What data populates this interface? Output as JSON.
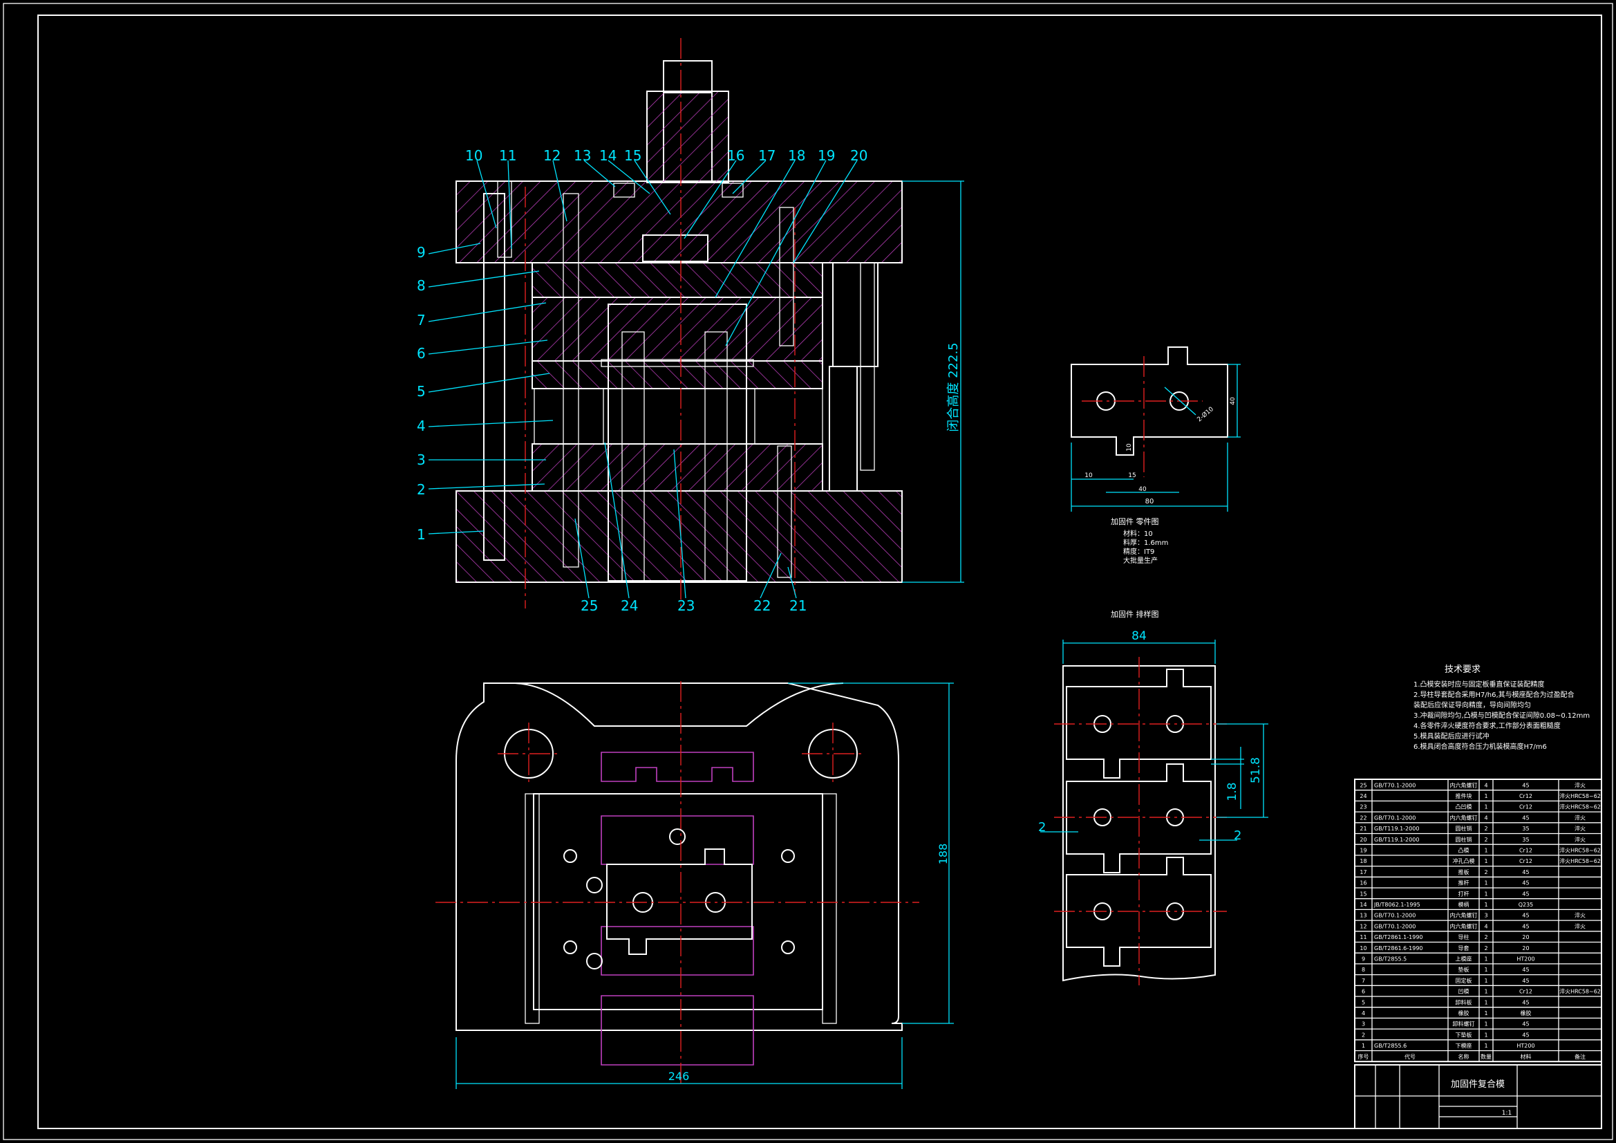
{
  "drawing": {
    "balloons": [
      "1",
      "2",
      "3",
      "4",
      "5",
      "6",
      "7",
      "8",
      "9",
      "10",
      "11",
      "12",
      "13",
      "14",
      "15",
      "16",
      "17",
      "18",
      "19",
      "20",
      "21",
      "22",
      "23",
      "24",
      "25"
    ],
    "closed_height_label": "闭合高度",
    "closed_height_value": "222.5",
    "plan_dims": {
      "width": "246",
      "height": "188"
    },
    "part_drawing": {
      "title": "加固件  零件图",
      "dims": {
        "w_total": "80",
        "w_40": "40",
        "w_10": "10",
        "w_15": "15",
        "h_40": "40",
        "h_10": "10",
        "hole": "2-Ø10"
      },
      "notes": [
        "材料：10",
        "料厚：1.6mm",
        "精度：IT9",
        "大批量生产"
      ]
    },
    "strip_layout": {
      "title": "加固件  排样图",
      "dims": {
        "width": "84",
        "pitch": "51.8",
        "gap": "1.8",
        "edge_l": "2",
        "edge_r": "2"
      }
    },
    "tech_req": {
      "title": "技术要求",
      "items": [
        "1.凸模安装时应与固定板垂直保证装配精度",
        "2.导柱导套配合采用H7/h6,其与模座配合为过盈配合",
        "  装配后应保证导向精度，导向间隙均匀",
        "3.冲裁间隙均匀,凸模与凹模配合保证间隙0.08~0.12mm",
        "4.各零件淬火硬度符合要求,工作部分表面粗糙度",
        "5.模具装配后应进行试冲",
        "6.模具闭合高度符合压力机装模高度H7/m6"
      ]
    },
    "bom": {
      "rows": [
        [
          "25",
          "GB/T70.1-2000",
          "内六角螺钉",
          "4",
          "45",
          "淬火"
        ],
        [
          "24",
          "",
          "推件块",
          "1",
          "Cr12",
          "淬火HRC58~62"
        ],
        [
          "23",
          "",
          "凸凹模",
          "1",
          "Cr12",
          "淬火HRC58~62"
        ],
        [
          "22",
          "GB/T70.1-2000",
          "内六角螺钉",
          "4",
          "45",
          "淬火"
        ],
        [
          "21",
          "GB/T119.1-2000",
          "圆柱销",
          "2",
          "35",
          "淬火"
        ],
        [
          "20",
          "GB/T119.1-2000",
          "圆柱销",
          "2",
          "35",
          "淬火"
        ],
        [
          "19",
          "",
          "凸模",
          "1",
          "Cr12",
          "淬火HRC58~62"
        ],
        [
          "18",
          "",
          "冲孔凸模",
          "1",
          "Cr12",
          "淬火HRC58~62"
        ],
        [
          "17",
          "",
          "推板",
          "2",
          "45",
          ""
        ],
        [
          "16",
          "",
          "推杆",
          "1",
          "45",
          ""
        ],
        [
          "15",
          "",
          "打杆",
          "1",
          "45",
          ""
        ],
        [
          "14",
          "JB/T8062.1-1995",
          "模柄",
          "1",
          "Q235",
          ""
        ],
        [
          "13",
          "GB/T70.1-2000",
          "内六角螺钉",
          "3",
          "45",
          "淬火"
        ],
        [
          "12",
          "GB/T70.1-2000",
          "内六角螺钉",
          "4",
          "45",
          "淬火"
        ],
        [
          "11",
          "GB/T2861.1-1990",
          "导柱",
          "2",
          "20",
          ""
        ],
        [
          "10",
          "GB/T2861.6-1990",
          "导套",
          "2",
          "20",
          ""
        ],
        [
          "9",
          "GB/T2855.5",
          "上模座",
          "1",
          "HT200",
          ""
        ],
        [
          "8",
          "",
          "垫板",
          "1",
          "45",
          ""
        ],
        [
          "7",
          "",
          "固定板",
          "1",
          "45",
          ""
        ],
        [
          "6",
          "",
          "凹模",
          "1",
          "Cr12",
          "淬火HRC58~62"
        ],
        [
          "5",
          "",
          "卸料板",
          "1",
          "45",
          ""
        ],
        [
          "4",
          "",
          "橡胶",
          "1",
          "橡胶",
          ""
        ],
        [
          "3",
          "",
          "卸料螺钉",
          "1",
          "45",
          ""
        ],
        [
          "2",
          "",
          "下垫板",
          "1",
          "45",
          ""
        ],
        [
          "1",
          "GB/T2855.6",
          "下模座",
          "1",
          "HT200",
          ""
        ]
      ],
      "header": [
        "序号",
        "代号",
        "名称",
        "数量",
        "材料",
        "备注"
      ]
    },
    "title_block": {
      "name": "加固件复合模",
      "scale": "1:1"
    }
  }
}
